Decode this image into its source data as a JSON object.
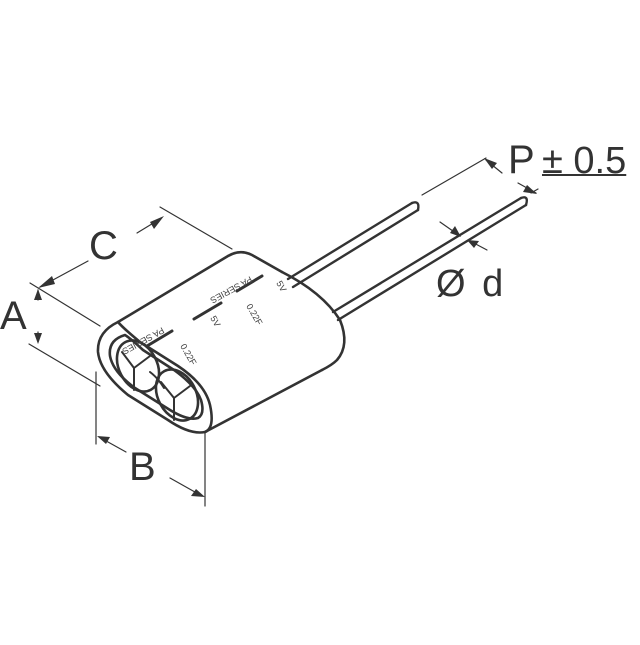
{
  "drawing": {
    "subject": "PA Series supercapacitor outline",
    "line_color": "#333333",
    "background": "#ffffff"
  },
  "dimensions": {
    "A": "A",
    "B": "B",
    "C": "C",
    "P": "P",
    "P_tolerance": "± 0.5",
    "lead_diameter_symbol": "Ø",
    "lead_diameter": "d"
  },
  "markings": {
    "series_1": "PA SERIES",
    "series_2": "PA SERIES",
    "cap_1": "0.22F",
    "cap_2": "0.22F",
    "volt_1": "5V",
    "volt_2": "5V"
  }
}
